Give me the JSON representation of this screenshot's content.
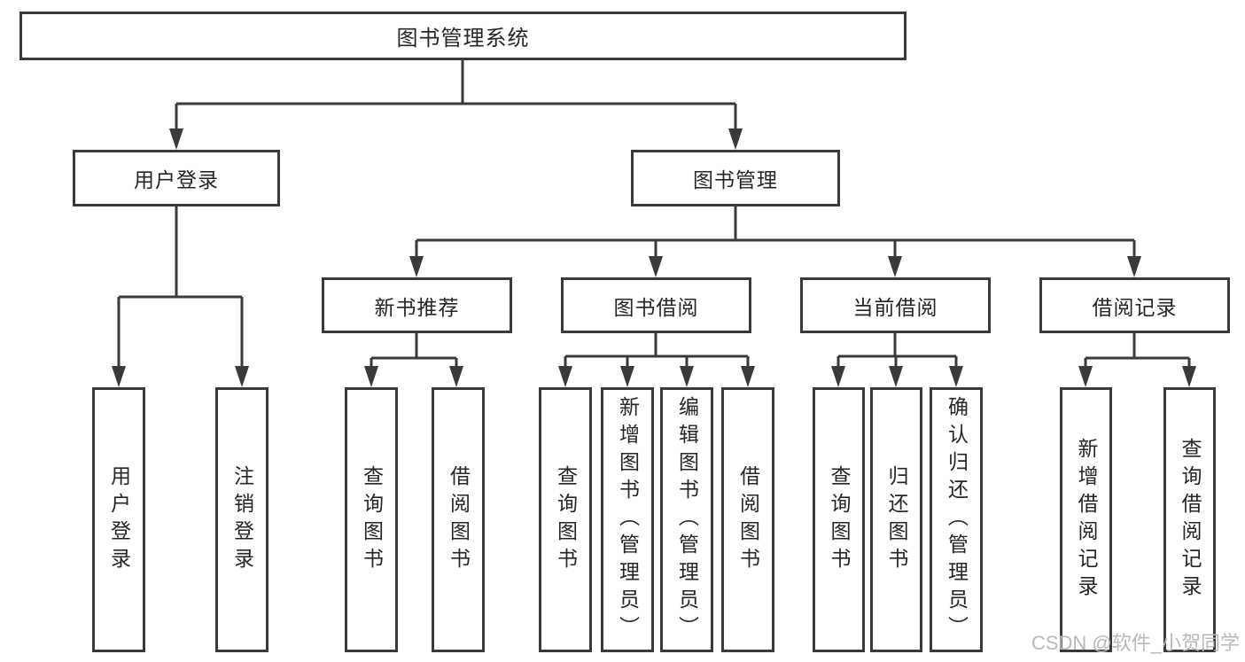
{
  "diagram": {
    "root": {
      "label": "图书管理系统"
    },
    "user_login": {
      "label": "用户登录",
      "children": {
        "login": {
          "label": "用户登录"
        },
        "logout": {
          "label": "注销登录"
        }
      }
    },
    "book_mgmt": {
      "label": "图书管理",
      "sections": {
        "new_book_recommend": {
          "label": "新书推荐",
          "children": {
            "query_books": {
              "label": "查询图书"
            },
            "borrow_books": {
              "label": "借阅图书"
            }
          }
        },
        "book_borrow": {
          "label": "图书借阅",
          "children": {
            "query_books": {
              "label": "查询图书"
            },
            "add_books_admin": {
              "label": "新增图书（管理员）"
            },
            "edit_books_admin": {
              "label": "编辑图书（管理员）"
            },
            "borrow_books": {
              "label": "借阅图书"
            }
          }
        },
        "current_borrow": {
          "label": "当前借阅",
          "children": {
            "query_books": {
              "label": "查询图书"
            },
            "return_books": {
              "label": "归还图书"
            },
            "confirm_return_admin": {
              "label": "确认归还（管理员）"
            }
          }
        },
        "borrow_records": {
          "label": "借阅记录",
          "children": {
            "add_borrow_record": {
              "label": "新增借阅记录"
            },
            "query_borrow_record": {
              "label": "查询借阅记录"
            }
          }
        }
      }
    },
    "colors": {
      "line": "#3a3a3a",
      "box_border": "#3a3a3a",
      "text": "#262626",
      "background": "#ffffff",
      "watermark_text": "#b9b9b9"
    }
  },
  "watermark": {
    "text": "CSDN @软件_小贺同学"
  }
}
